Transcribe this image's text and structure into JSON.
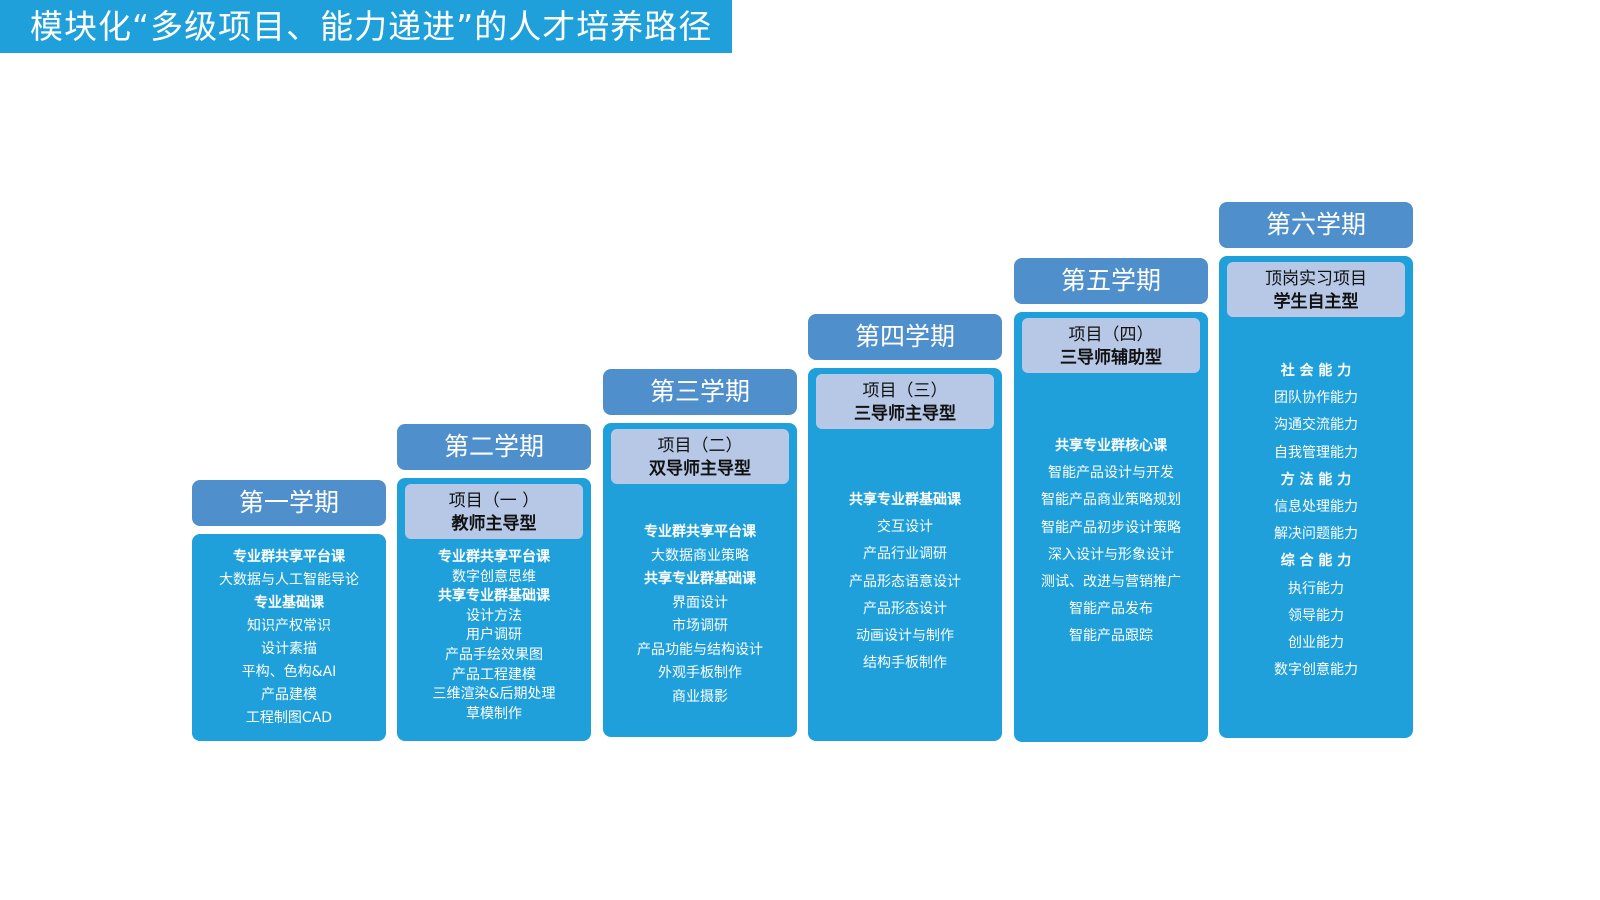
{
  "title": "模块化“多级项目、能力递进”的人才培养路径",
  "semesters": [
    {
      "label": "第一学期",
      "items": [
        {
          "text": "专业群共享平台课",
          "bold": true
        },
        {
          "text": "大数据与人工智能导论",
          "bold": false
        },
        {
          "text": "专业基础课",
          "bold": true
        },
        {
          "text": "知识产权常识",
          "bold": false
        },
        {
          "text": "设计素描",
          "bold": false
        },
        {
          "text": "平构、色构&AI",
          "bold": false
        },
        {
          "text": "产品建模",
          "bold": false
        },
        {
          "text": "工程制图CAD",
          "bold": false
        }
      ]
    },
    {
      "label": "第二学期",
      "project_name": "项目（一 ）",
      "project_type": "教师主导型",
      "items": [
        {
          "text": "专业群共享平台课",
          "bold": true
        },
        {
          "text": "数字创意思维",
          "bold": false
        },
        {
          "text": "共享专业群基础课",
          "bold": true
        },
        {
          "text": "设计方法",
          "bold": false
        },
        {
          "text": "用户调研",
          "bold": false
        },
        {
          "text": "产品手绘效果图",
          "bold": false
        },
        {
          "text": "产品工程建模",
          "bold": false
        },
        {
          "text": "三维渲染&后期处理",
          "bold": false
        },
        {
          "text": "草模制作",
          "bold": false
        }
      ]
    },
    {
      "label": "第三学期",
      "project_name": "项目（二）",
      "project_type": "双导师主导型",
      "items": [
        {
          "text": "专业群共享平台课",
          "bold": true
        },
        {
          "text": "大数据商业策略",
          "bold": false
        },
        {
          "text": "共享专业群基础课",
          "bold": true
        },
        {
          "text": "界面设计",
          "bold": false
        },
        {
          "text": "市场调研",
          "bold": false
        },
        {
          "text": "产品功能与结构设计",
          "bold": false
        },
        {
          "text": "外观手板制作",
          "bold": false
        },
        {
          "text": "商业摄影",
          "bold": false
        }
      ]
    },
    {
      "label": "第四学期",
      "project_name": "项目（三）",
      "project_type": "三导师主导型",
      "items": [
        {
          "text": "共享专业群基础课",
          "bold": true
        },
        {
          "text": "交互设计",
          "bold": false
        },
        {
          "text": "产品行业调研",
          "bold": false
        },
        {
          "text": "产品形态语意设计",
          "bold": false
        },
        {
          "text": "产品形态设计",
          "bold": false
        },
        {
          "text": "动画设计与制作",
          "bold": false
        },
        {
          "text": "结构手板制作",
          "bold": false
        }
      ]
    },
    {
      "label": "第五学期",
      "project_name": "项目（四）",
      "project_type": "三导师辅助型",
      "items": [
        {
          "text": "共享专业群核心课",
          "bold": true
        },
        {
          "text": "智能产品设计与开发",
          "bold": false
        },
        {
          "text": "智能产品商业策略规划",
          "bold": false
        },
        {
          "text": "智能产品初步设计策略",
          "bold": false
        },
        {
          "text": "深入设计与形象设计",
          "bold": false
        },
        {
          "text": "测试、改进与营销推广",
          "bold": false
        },
        {
          "text": "智能产品发布",
          "bold": false
        },
        {
          "text": "智能产品跟踪",
          "bold": false
        }
      ]
    },
    {
      "label": "第六学期",
      "project_name": "顶岗实习项目",
      "project_type": "学生自主型",
      "items": [
        {
          "text": "社 会 能 力",
          "bold": true
        },
        {
          "text": "团队协作能力",
          "bold": false
        },
        {
          "text": "沟通交流能力",
          "bold": false
        },
        {
          "text": "自我管理能力",
          "bold": false
        },
        {
          "text": "方 法 能 力",
          "bold": true
        },
        {
          "text": "信息处理能力",
          "bold": false
        },
        {
          "text": "解决问题能力",
          "bold": false
        },
        {
          "text": "综 合 能 力",
          "bold": true
        },
        {
          "text": "执行能力",
          "bold": false
        },
        {
          "text": "领导能力",
          "bold": false
        },
        {
          "text": "创业能力",
          "bold": false
        },
        {
          "text": "数字创意能力",
          "bold": false
        }
      ]
    }
  ]
}
